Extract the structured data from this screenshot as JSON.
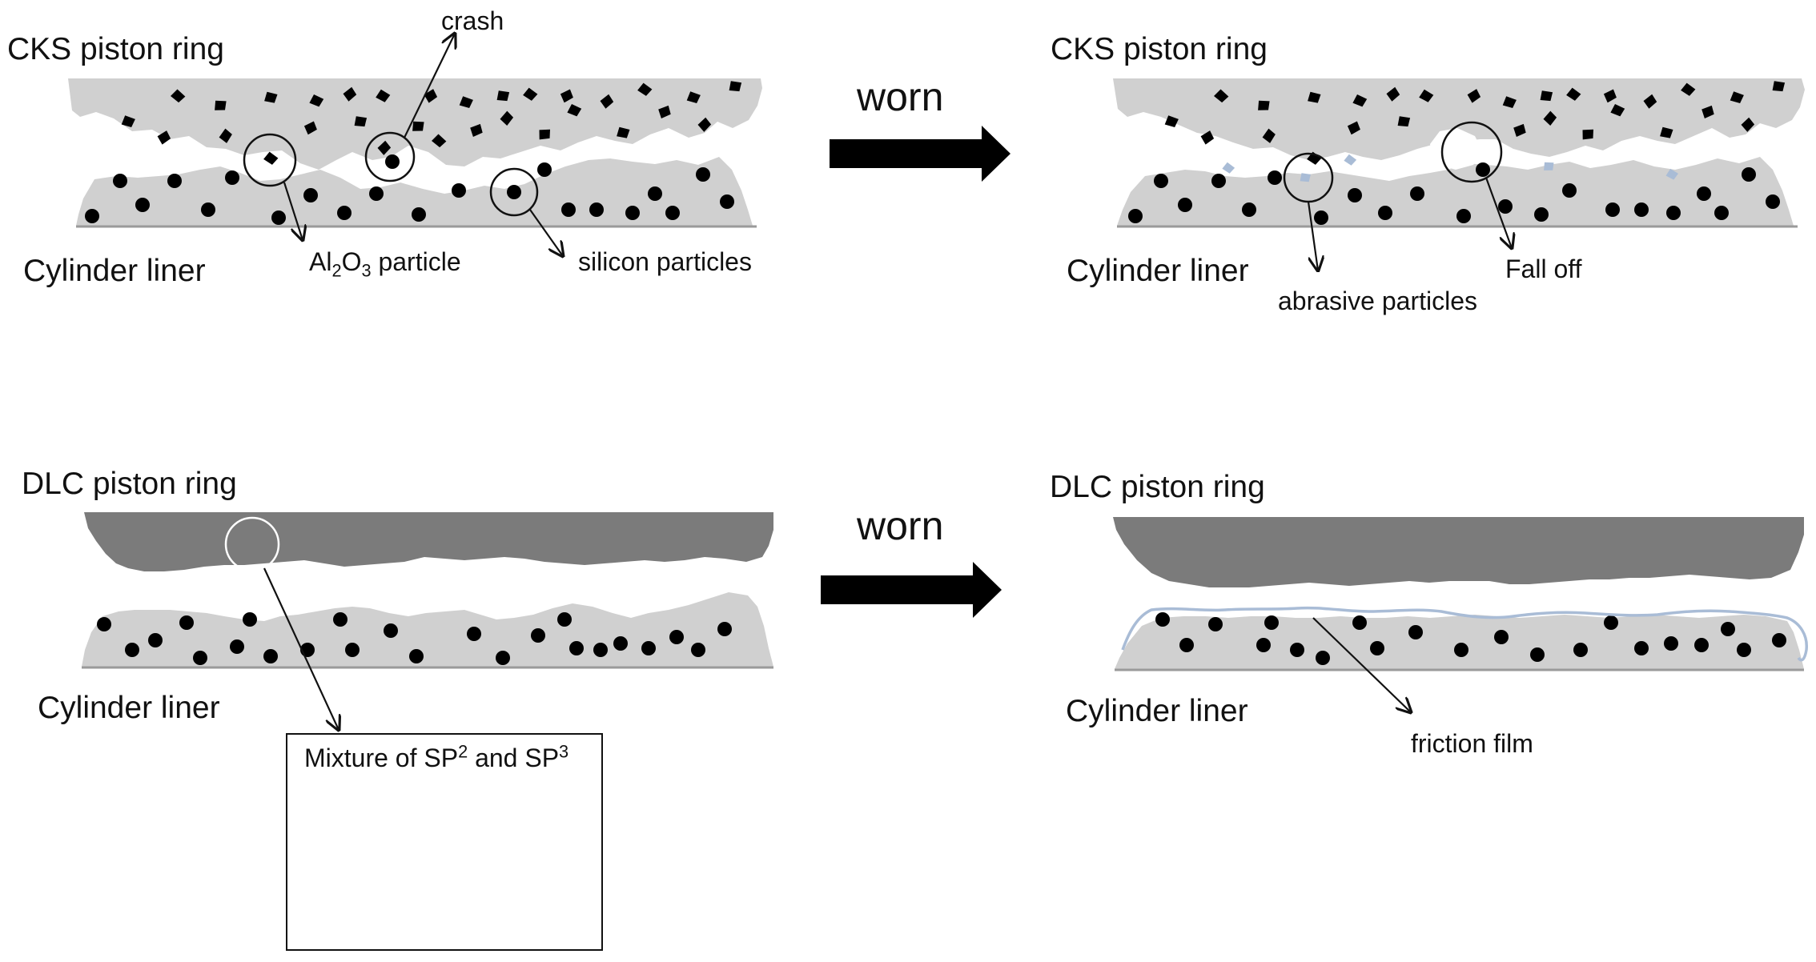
{
  "panels": {
    "cks_before": {
      "ring_label": "CKS piston ring",
      "liner_label": "Cylinder liner",
      "annotations": {
        "crash": "crash",
        "al2o3_particle": {
          "al": "Al",
          "sub2": "2",
          "o": "O",
          "sub3": "3",
          "rest": " particle"
        },
        "silicon_particles": "silicon particles"
      }
    },
    "cks_after": {
      "ring_label": "CKS piston ring",
      "liner_label": "Cylinder liner",
      "annotations": {
        "abrasive_particles": "abrasive particles",
        "fall_off": "Fall off"
      }
    },
    "dlc_before": {
      "ring_label": "DLC piston ring",
      "liner_label": "Cylinder liner",
      "inset": {
        "prefix": "Mixture of SP",
        "sup1": "2",
        "middle": " and SP",
        "sup2": "3"
      }
    },
    "dlc_after": {
      "ring_label": "DLC piston ring",
      "liner_label": "Cylinder liner",
      "annotations": {
        "friction_film": "friction film"
      }
    }
  },
  "arrows": {
    "top_label": "worn",
    "bottom_label": "worn"
  },
  "colors": {
    "cks_ring": "#d0d0d0",
    "liner": "#d0d0d0",
    "dlc_ring": "#7b7b7b",
    "particle": "#000000",
    "abrasive": "#a9bcd6",
    "friction_film": "#a9bcd6",
    "arrow": "#000000"
  }
}
